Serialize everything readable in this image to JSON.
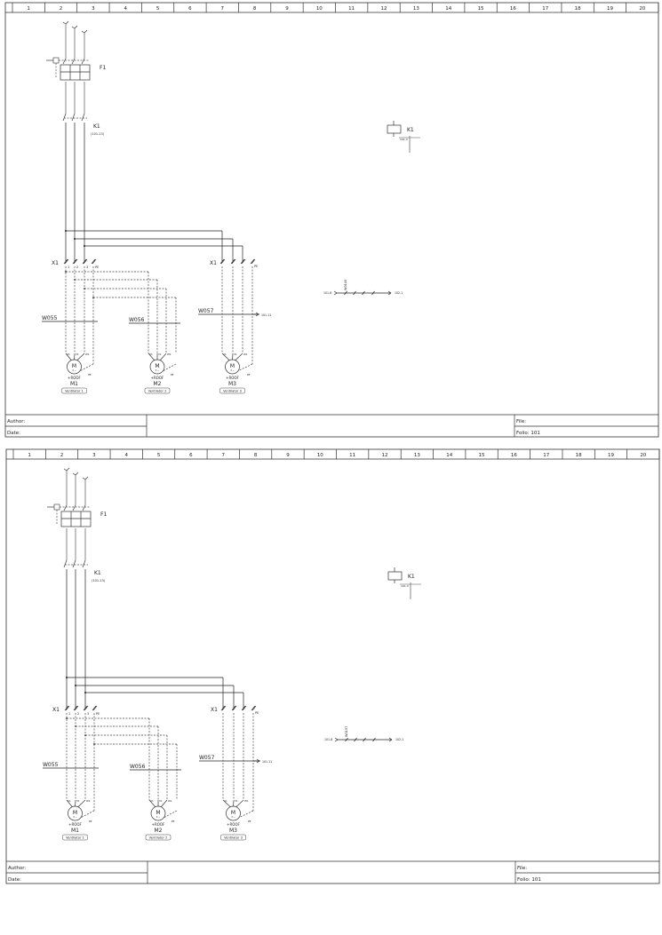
{
  "columns": [
    "1",
    "2",
    "3",
    "4",
    "5",
    "6",
    "7",
    "8",
    "9",
    "10",
    "11",
    "12",
    "13",
    "14",
    "15",
    "16",
    "17",
    "18",
    "19",
    "20"
  ],
  "sheets": [
    {
      "breaker": "F1",
      "contactor": "K1",
      "contactor_ref": "(101-13)",
      "coil_label": "K1",
      "coil_ref": "101-3",
      "terminal_strip": "X1",
      "terminals": [
        "1",
        "2",
        "3",
        "PE"
      ],
      "cables": [
        "W055",
        "W056",
        "W057"
      ],
      "w057_ref": "101-11",
      "motors": [
        {
          "id": "M1",
          "location": "+ROOF",
          "desc": "Ventilator 1",
          "power": "3 ~"
        },
        {
          "id": "M2",
          "location": "+ROOF",
          "desc": "Ventilator 2",
          "power": "3 ~"
        },
        {
          "id": "M3",
          "location": "+ROOF",
          "desc": "Ventilator 3",
          "power": "3 ~"
        }
      ],
      "motor_terminals": [
        "U1",
        "V1",
        "W1",
        "PE"
      ],
      "jump_cable": "W0140",
      "jump_from": "101-8",
      "jump_to": "102-1",
      "title_block": {
        "author": "Author:",
        "date": "Date:",
        "file": "File:",
        "folio": "Folio: 101"
      }
    },
    {
      "breaker": "F1",
      "contactor": "K1",
      "contactor_ref": "(101-13)",
      "coil_label": "K1",
      "coil_ref": "101-3",
      "terminal_strip": "X1",
      "terminals": [
        "1",
        "2",
        "3",
        "PE"
      ],
      "cables": [
        "W055",
        "W056",
        "W057"
      ],
      "w057_ref": "101-11",
      "motors": [
        {
          "id": "M1",
          "location": "+ROOF",
          "desc": "Ventilator 1",
          "power": "3 ~"
        },
        {
          "id": "M2",
          "location": "+ROOF",
          "desc": "Ventilator 2",
          "power": "3 ~"
        },
        {
          "id": "M3",
          "location": "+ROOF",
          "desc": "Ventilator 3",
          "power": "3 ~"
        }
      ],
      "motor_terminals": [
        "U1",
        "V1",
        "W1",
        "PE"
      ],
      "jump_cable": "W0157",
      "jump_from": "101-8",
      "jump_to": "102-1",
      "title_block": {
        "author": "Author:",
        "date": "Date:",
        "file": "File:",
        "folio": "Folio: 101"
      }
    }
  ]
}
